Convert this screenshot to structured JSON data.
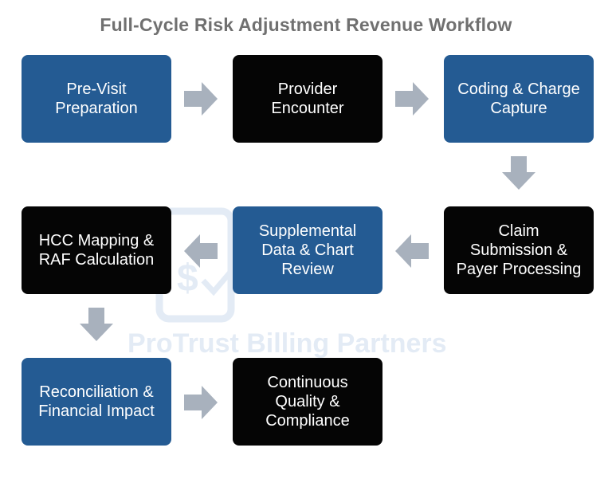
{
  "title": "Full-Cycle Risk Adjustment Revenue Workflow",
  "colors": {
    "blue": "#245b93",
    "black": "#050505",
    "arrow": "#a8b1bd",
    "title": "#707070",
    "watermark": "#e3ebf5"
  },
  "watermark": {
    "company": "ProTrust Billing Partners"
  },
  "steps": [
    {
      "label": "Pre-Visit\nPreparation",
      "color": "blue"
    },
    {
      "label": "Provider\nEncounter",
      "color": "black"
    },
    {
      "label": "Coding & Charge\nCapture",
      "color": "blue"
    },
    {
      "label": "Claim\nSubmission &\nPayer Processing",
      "color": "black"
    },
    {
      "label": "Supplemental\nData & Chart\nReview",
      "color": "blue"
    },
    {
      "label": "HCC Mapping &\nRAF Calculation",
      "color": "black"
    },
    {
      "label": "Reconciliation &\nFinancial Impact",
      "color": "blue"
    },
    {
      "label": "Continuous\nQuality &\nCompliance",
      "color": "black"
    }
  ],
  "arrows": [
    "right",
    "right",
    "down",
    "left",
    "left",
    "down",
    "right"
  ]
}
